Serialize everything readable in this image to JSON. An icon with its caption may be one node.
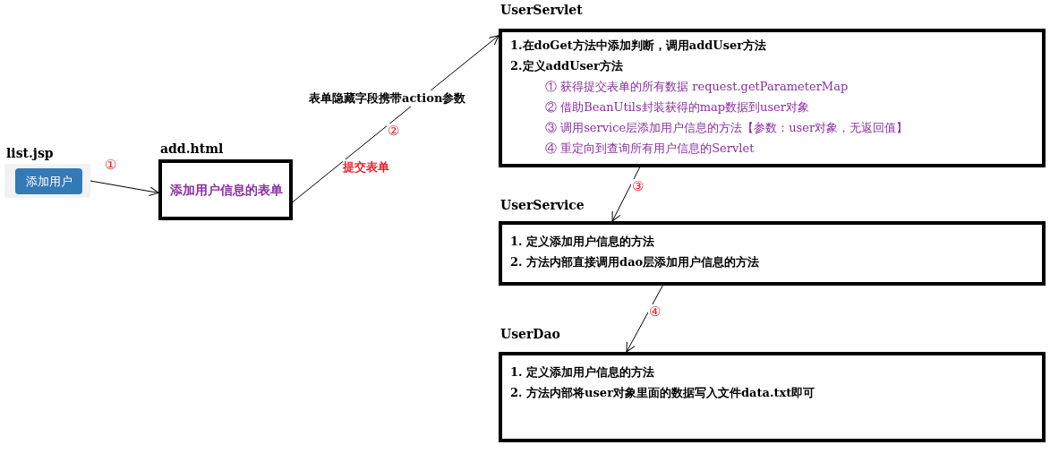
{
  "diagram": {
    "nodes": [
      {
        "text": [
          "list.jsp",
          "添加用户"
        ]
      },
      {
        "text": [
          "add.html",
          "添加用户信息的表单"
        ]
      },
      {
        "text": [
          "UserServlet",
          "1.在doGet方法中添加判断，调用addUser方法",
          "2.定义addUser方法",
          "① 获得提交表单的所有数据 request.getParameterMap",
          "② 借助BeanUtils封装获得的map数据到user对象",
          "③ 调用service层添加用户信息的方法【参数：user对象，无返回值】",
          "④ 重定向到查询所有用户信息的Servlet"
        ]
      },
      {
        "text": [
          "UserService",
          "1. 定义添加用户信息的方法",
          "2. 方法内部直接调用dao层添加用户信息的方法"
        ]
      },
      {
        "text": [
          "UserDao",
          "1. 定义添加用户信息的方法",
          "2. 方法内部将user对象里面的数据写入文件data.txt即可"
        ]
      }
    ],
    "edges": [
      {
        "from": 0,
        "to": 1,
        "arrow": "to",
        "label": "①"
      },
      {
        "from": 1,
        "to": 2,
        "arrow": "to",
        "label": "②"
      },
      {
        "from": 2,
        "to": 3,
        "arrow": "to",
        "label": "③"
      },
      {
        "from": 3,
        "to": 4,
        "arrow": "to",
        "label": "④"
      }
    ],
    "labels": [
      "表单隐藏字段携带action参数",
      "提交表单"
    ]
  }
}
